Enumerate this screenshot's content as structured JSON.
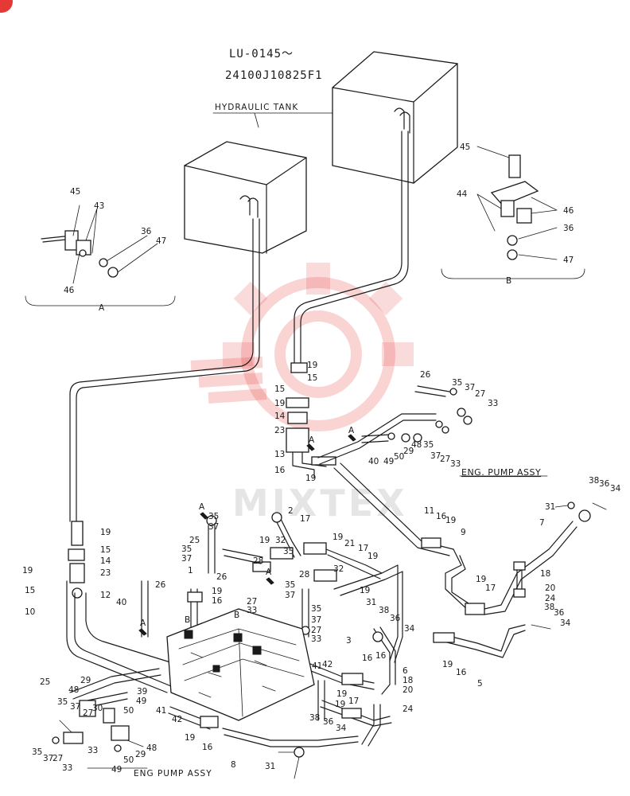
{
  "header": {
    "serial_range": "LU-0145～",
    "part_code": "24100J10825F1"
  },
  "captions": {
    "hydraulic_tank": "HYDRAULIC  TANK",
    "detail_a": "A",
    "detail_b": "B",
    "eng_pump_assy_right": "ENG. PUMP ASSY",
    "eng_pump_assy_bottom": "ENG PUMP ASSY"
  },
  "watermark_text": "MIXTEX",
  "part_numbers": {
    "n45a": "45",
    "n43a": "43",
    "n36a": "36",
    "n47a": "47",
    "n46a": "46",
    "n45b": "45",
    "n44b": "44",
    "n46b": "46",
    "n36b": "36",
    "n47b": "47",
    "n19_1": "19",
    "n15_1": "15",
    "n15_2": "15",
    "n19_2": "19",
    "n14_1": "14",
    "n23_1": "23",
    "n13_1": "13",
    "n16_1": "16",
    "nA_1": "A",
    "nA_2": "A",
    "n19_3": "19",
    "n26_1": "26",
    "n35_1": "35",
    "n37_1": "37",
    "n27_1": "27",
    "n33_1": "33",
    "n40_1": "40",
    "n49_1": "49",
    "n50_1": "50",
    "n29_1": "29",
    "n48_1": "48",
    "n35_2": "35",
    "n37_2": "37",
    "n27_2": "27",
    "n33_2": "33",
    "nA_3": "A",
    "n35_3": "35",
    "n37_3": "37",
    "n2_1": "2",
    "n17_1": "17",
    "n11_1": "11",
    "n16_2": "16",
    "n19_4": "19",
    "n9_1": "9",
    "n19_5": "19",
    "n25_1": "25",
    "n35_4": "35",
    "n37_4": "37",
    "n1_1": "1",
    "n28_1": "28",
    "n19_6": "19",
    "n32_1": "32",
    "n35_5": "35",
    "n21_1": "21",
    "n17_2": "17",
    "n32_2": "32",
    "n19_7": "19",
    "n28_2": "28",
    "n19_8": "19",
    "n15_3": "15",
    "n14_2": "14",
    "n23_2": "23",
    "n19_9": "19",
    "n15_4": "15",
    "n10_1": "10",
    "n12_1": "12",
    "n40_2": "40",
    "n26_2": "26",
    "n19_10": "19",
    "n16_3": "16",
    "n26_3": "26",
    "nA_4": "A",
    "n35_6": "35",
    "n37_5": "37",
    "n27_3": "27",
    "n33_3": "33",
    "n19_11": "19",
    "nA_5": "A",
    "nB_1": "B",
    "nB_2": "B",
    "n35_7": "35",
    "n37_6": "37",
    "n27_4": "27",
    "n33_4": "33",
    "n31_1": "31",
    "n38_1": "38",
    "n36_1": "36",
    "n34_1": "34",
    "n3_1": "3",
    "n41_1": "41",
    "n42_1": "42",
    "n16_4": "16",
    "n17_3": "17",
    "n19_12": "19",
    "n31_2": "31",
    "n38_2": "38",
    "n36_2": "36",
    "n34_2": "34",
    "n7_1": "7",
    "n18_1": "18",
    "n20_1": "20",
    "n24_1": "24",
    "n38_3": "38",
    "n36_3": "36",
    "n34_3": "34",
    "n5_1": "5",
    "n6_1": "6",
    "n18_2": "18",
    "n20_2": "20",
    "n19_13": "19",
    "n16_5": "16",
    "n19_14": "19",
    "n16_6": "16",
    "n17_4": "17",
    "n19_15": "19",
    "n24_2": "24",
    "n38_4": "38",
    "n36_4": "36",
    "n34_4": "34",
    "n31_3": "31",
    "n8_1": "8",
    "n41_2": "41",
    "n42_2": "42",
    "n19_16": "19",
    "n16_7": "16",
    "n25_2": "25",
    "n35_8": "35",
    "n48_2": "48",
    "n29_2": "29",
    "n39_1": "39",
    "n37_7": "37",
    "n27_5": "27",
    "n30_1": "30",
    "n50_2": "50",
    "n49_2": "49",
    "n35_9": "35",
    "n37_8": "37",
    "n27_6": "27",
    "n33_5": "33",
    "n33_6": "33",
    "n29_3": "29",
    "n48_3": "48",
    "n50_3": "50",
    "n49_3": "49"
  }
}
